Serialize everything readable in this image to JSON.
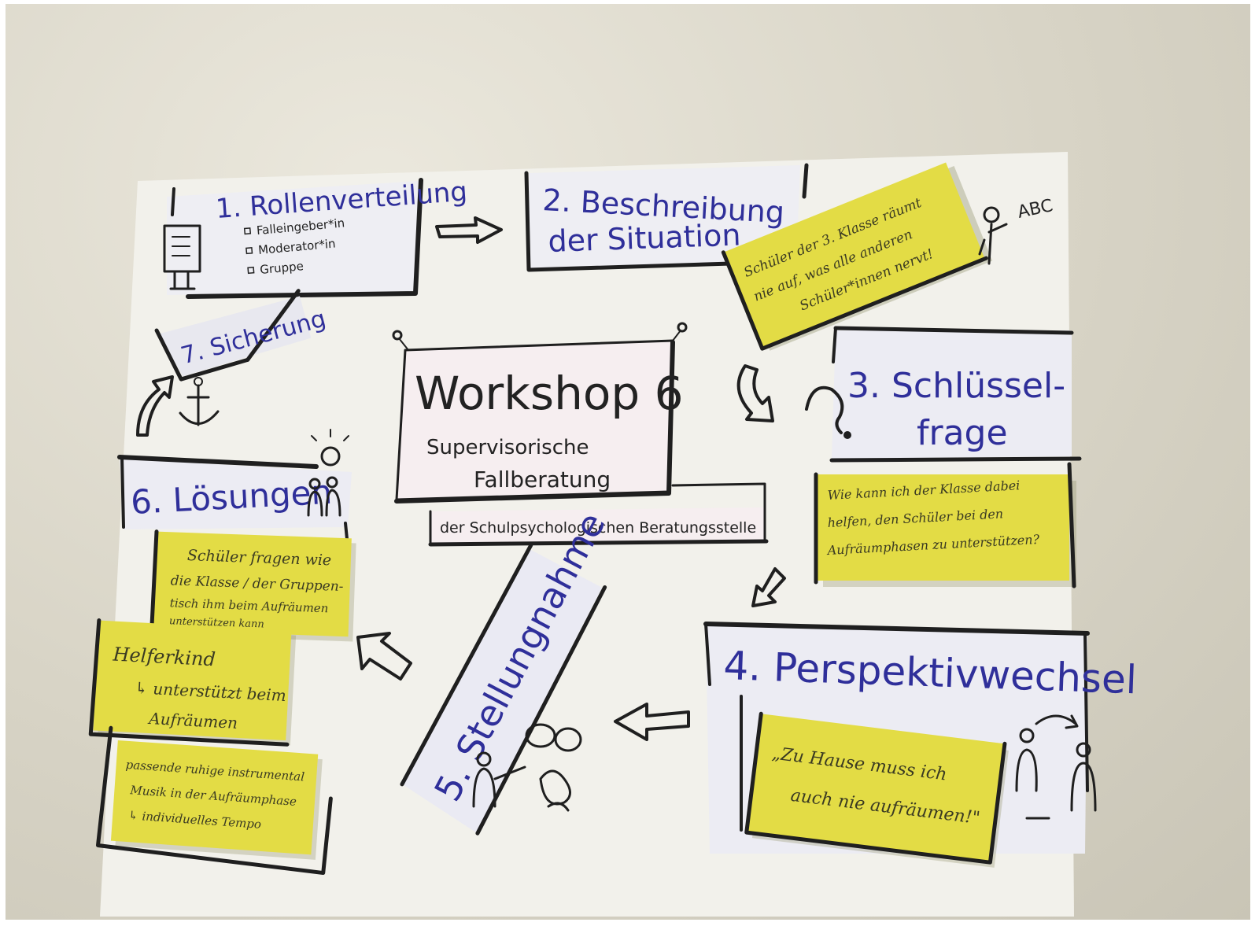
{
  "poster": {
    "center": {
      "title": "Workshop 6",
      "subtitle_line1": "Supervisorische",
      "subtitle_line2": "Fallberatung",
      "banner": "der Schulpsychologischen Beratungsstelle"
    },
    "step1": {
      "title": "1. Rollenverteilung",
      "items": [
        "Falleingeber*in",
        "Moderator*in",
        "Gruppe"
      ]
    },
    "step2": {
      "title_line1": "2. Beschreibung",
      "title_line2": "der Situation",
      "note_line1": "Schüler der 3. Klasse räumt",
      "note_line2": "nie auf, was alle anderen",
      "note_line3": "Schüler*innen nervt!"
    },
    "step3": {
      "title_line1": "3. Schlüssel-",
      "title_line2": "frage",
      "note_line1": "Wie kann ich der Klasse dabei",
      "note_line2": "helfen, den Schüler bei den",
      "note_line3": "Aufräumphasen zu unterstützen?"
    },
    "step4": {
      "title": "4. Perspektivwechsel",
      "note_line1": "„Zu Hause muss ich",
      "note_line2": "auch nie aufräumen!\""
    },
    "step5": {
      "title": "5. Stellungnahme"
    },
    "step6": {
      "title": "6. Lösungen",
      "note1_line1": "Schüler fragen wie",
      "note1_line2": "die Klasse / der Gruppen-",
      "note1_line3": "tisch ihm beim Aufräumen",
      "note1_line4": "unterstützen kann",
      "note2_line1": "Helferkind",
      "note2_line2": "↳ unterstützt beim",
      "note2_line3": "Aufräumen",
      "note3_line1": "passende ruhige instrumental",
      "note3_line2": "Musik in der Aufräumphase",
      "note3_line3": "↳ individuelles Tempo"
    },
    "step7": {
      "title": "7. Sicherung"
    },
    "icon_abc": "ABC"
  },
  "colors": {
    "ink_blue": "#2f2f9a",
    "sticky_yellow": "#e3dc45",
    "paper": "#f2f2f4",
    "wall": "#d8d4c6"
  }
}
